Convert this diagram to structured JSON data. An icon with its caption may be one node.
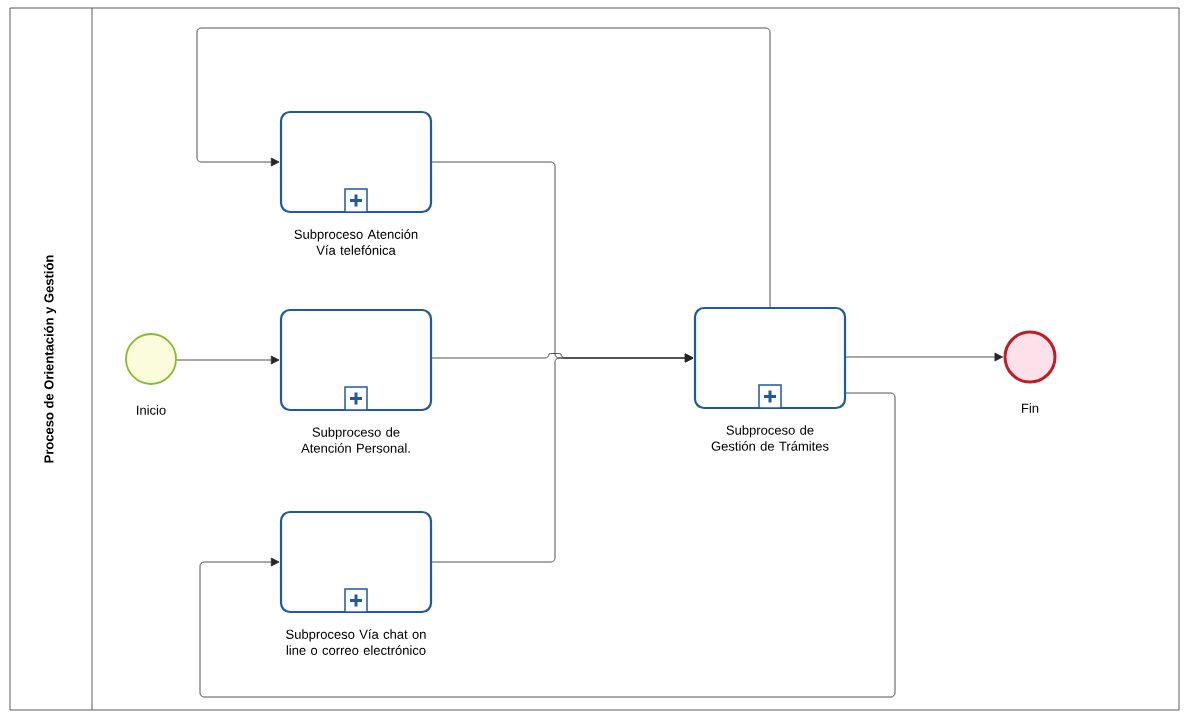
{
  "diagram": {
    "nodes": [
      {
        "text": [
          "Proceso de Orientación y Gestión"
        ]
      },
      {
        "text": [
          "Inicio"
        ],
        "in": 0
      },
      {
        "text": [
          "Subproceso Atención Vía telefónica"
        ],
        "in": 0
      },
      {
        "text": [
          "Subproceso de Atención Personal."
        ],
        "in": 0
      },
      {
        "text": [
          "Subproceso Vía chat on line o correo electrónico"
        ],
        "in": 0
      },
      {
        "text": [
          "Subproceso de Gestión de Trámites"
        ],
        "in": 0
      },
      {
        "text": [
          "Fin"
        ],
        "in": 0
      }
    ],
    "edges": [
      {
        "from": 1,
        "to": 3,
        "arrow": "to"
      },
      {
        "from": 2,
        "to": 5,
        "arrow": "to"
      },
      {
        "from": 3,
        "to": 5,
        "arrow": "to"
      },
      {
        "from": 4,
        "to": 5,
        "arrow": "to"
      },
      {
        "from": 5,
        "to": 6,
        "arrow": "to"
      },
      {
        "from": 5,
        "to": 2,
        "arrow": "to"
      },
      {
        "from": 5,
        "to": 4,
        "arrow": "to"
      }
    ]
  }
}
